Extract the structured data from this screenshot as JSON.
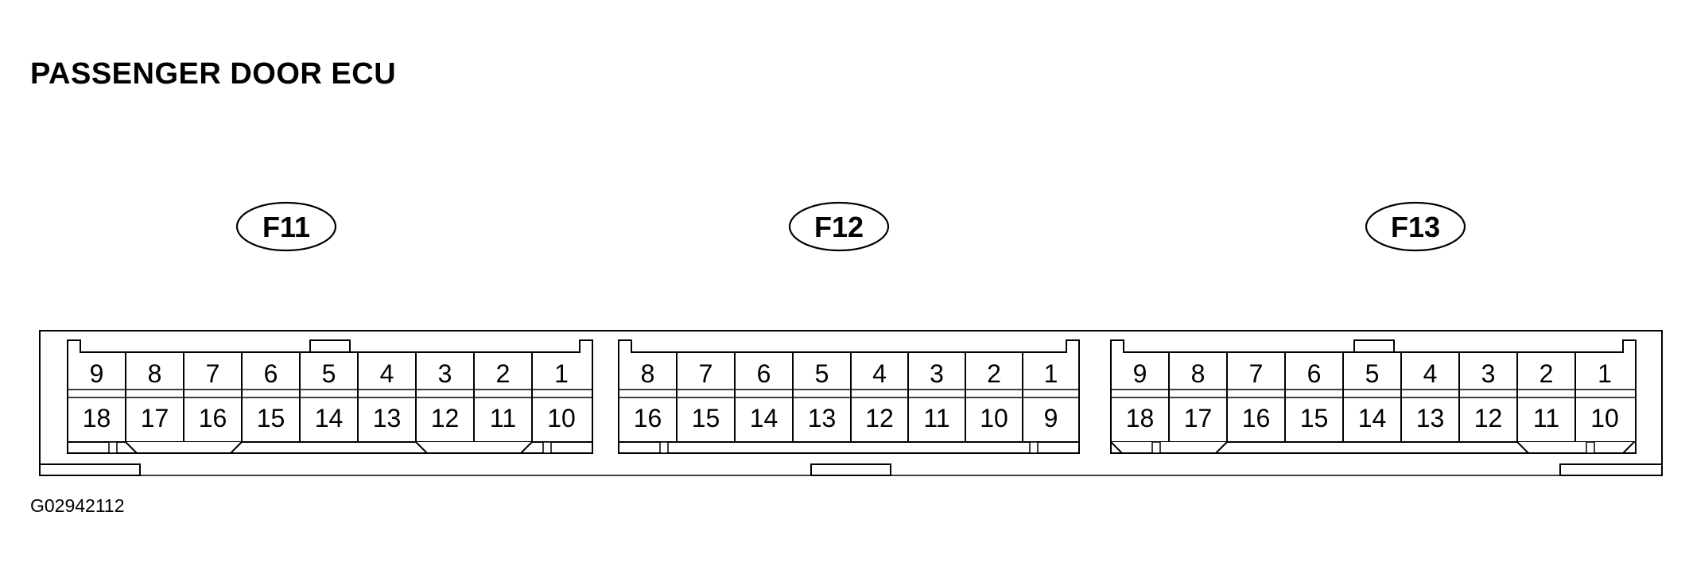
{
  "diagram": {
    "title": "PASSENGER DOOR ECU",
    "figure_id": "G02942112",
    "connectors": [
      {
        "label": "F11",
        "top_pins": [
          "9",
          "8",
          "7",
          "6",
          "5",
          "4",
          "3",
          "2",
          "1"
        ],
        "bottom_pins": [
          "18",
          "17",
          "16",
          "15",
          "14",
          "13",
          "12",
          "11",
          "10"
        ]
      },
      {
        "label": "F12",
        "top_pins": [
          "8",
          "7",
          "6",
          "5",
          "4",
          "3",
          "2",
          "1"
        ],
        "bottom_pins": [
          "16",
          "15",
          "14",
          "13",
          "12",
          "11",
          "10",
          "9"
        ]
      },
      {
        "label": "F13",
        "top_pins": [
          "9",
          "8",
          "7",
          "6",
          "5",
          "4",
          "3",
          "2",
          "1"
        ],
        "bottom_pins": [
          "18",
          "17",
          "16",
          "15",
          "14",
          "13",
          "12",
          "11",
          "10"
        ]
      }
    ]
  }
}
